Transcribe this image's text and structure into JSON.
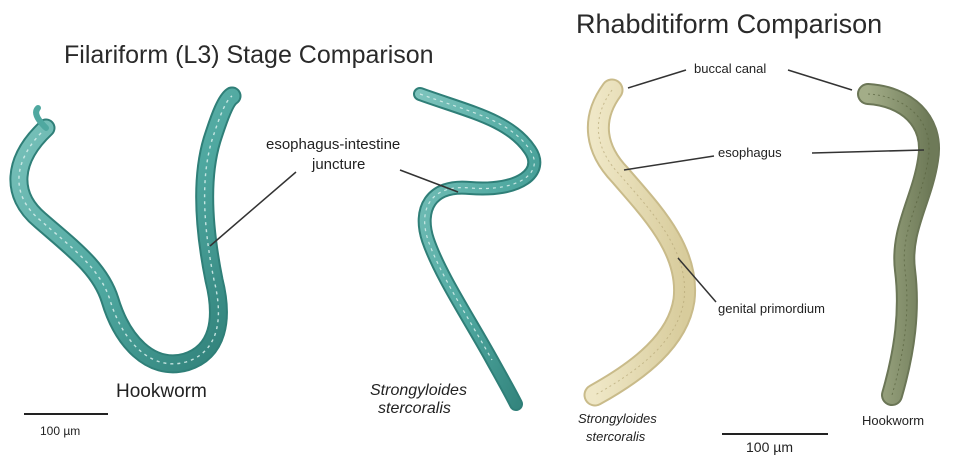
{
  "left_panel": {
    "title": "Filariform (L3) Stage Comparison",
    "label_junction_line1": "esophagus-intestine",
    "label_junction_line2": "juncture",
    "hookworm_label": "Hookworm",
    "strongyloides_line1": "Strongyloides",
    "strongyloides_line2": "stercoralis",
    "scale_label": "100 µm"
  },
  "right_panel": {
    "title": "Rhabditiform Comparison",
    "label_buccal": "buccal canal",
    "label_esophagus": "esophagus",
    "label_genital": "genital primordium",
    "strongyloides_line1": "Strongyloides",
    "strongyloides_line2": "stercoralis",
    "hookworm_label": "Hookworm",
    "scale_label": "100 µm"
  },
  "colors": {
    "filariform_worm": "#4fa8a0",
    "filariform_edge": "#2f7f78",
    "rhabditiform_strongyloides": "#e6dcb4",
    "rhabditiform_strongyloides_edge": "#c9bb8a",
    "rhabditiform_hookworm": "#8e9a74",
    "rhabditiform_hookworm_edge": "#6b7656",
    "leader_line": "#333333"
  }
}
